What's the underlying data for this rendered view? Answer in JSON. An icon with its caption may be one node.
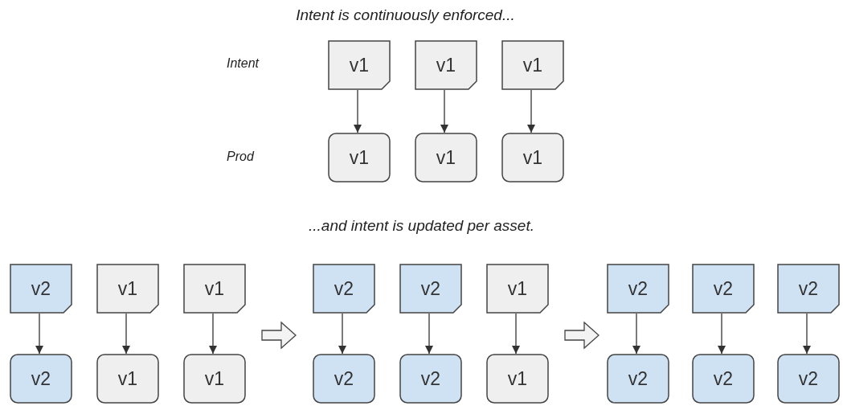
{
  "diagram": {
    "title": "Intent is continuously enforced...",
    "nodes": [
      {
        "text": [
          "v1"
        ]
      },
      {
        "text": [
          "v1"
        ]
      },
      {
        "text": [
          "v1"
        ]
      },
      {
        "text": [
          "v1"
        ]
      },
      {
        "text": [
          "v1"
        ]
      },
      {
        "text": [
          "v1"
        ]
      },
      {
        "text": [
          "v2"
        ]
      },
      {
        "text": [
          "v1"
        ]
      },
      {
        "text": [
          "v1"
        ]
      },
      {
        "text": [
          "v2"
        ]
      },
      {
        "text": [
          "v2"
        ]
      },
      {
        "text": [
          "v1"
        ]
      },
      {
        "text": [
          "v2"
        ]
      },
      {
        "text": [
          "v2"
        ]
      },
      {
        "text": [
          "v2"
        ]
      },
      {
        "text": [
          "v2"
        ]
      },
      {
        "text": [
          "v1"
        ]
      },
      {
        "text": [
          "v1"
        ]
      },
      {
        "text": [
          "v2"
        ]
      },
      {
        "text": [
          "v2"
        ]
      },
      {
        "text": [
          "v1"
        ]
      },
      {
        "text": [
          "v2"
        ]
      },
      {
        "text": [
          "v2"
        ]
      },
      {
        "text": [
          "v2"
        ]
      }
    ],
    "edges": [
      {
        "from": 0,
        "to": 3,
        "arrow": "to"
      },
      {
        "from": 1,
        "to": 4,
        "arrow": "to"
      },
      {
        "from": 2,
        "to": 5,
        "arrow": "to"
      },
      {
        "from": 6,
        "to": 15,
        "arrow": "to"
      },
      {
        "from": 7,
        "to": 16,
        "arrow": "to"
      },
      {
        "from": 8,
        "to": 17,
        "arrow": "to"
      },
      {
        "from": 9,
        "to": 18,
        "arrow": "to"
      },
      {
        "from": 10,
        "to": 19,
        "arrow": "to"
      },
      {
        "from": 11,
        "to": 20,
        "arrow": "to"
      },
      {
        "from": 12,
        "to": 21,
        "arrow": "to"
      },
      {
        "from": 13,
        "to": 22,
        "arrow": "to"
      },
      {
        "from": 14,
        "to": 23,
        "arrow": "to"
      }
    ],
    "labels": [
      "Intent",
      "Prod",
      "...and intent is updated per asset."
    ]
  }
}
